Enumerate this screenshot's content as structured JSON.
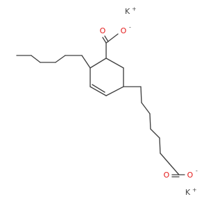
{
  "molecule": {
    "atoms": [
      {
        "id": "k1",
        "element": "K",
        "label": "K",
        "charge": "+",
        "color": "#3f3f3f"
      },
      {
        "id": "k2",
        "element": "K",
        "label": "K",
        "charge": "+",
        "color": "#3f3f3f"
      },
      {
        "id": "o1",
        "element": "O",
        "label": "O",
        "color": "#e41b1b"
      },
      {
        "id": "o2",
        "element": "O",
        "label": "O",
        "charge": "-",
        "color": "#e41b1b"
      },
      {
        "id": "o3",
        "element": "O",
        "label": "O",
        "color": "#e41b1b"
      },
      {
        "id": "o4",
        "element": "O",
        "label": "O",
        "charge": "-",
        "color": "#e41b1b"
      }
    ]
  }
}
